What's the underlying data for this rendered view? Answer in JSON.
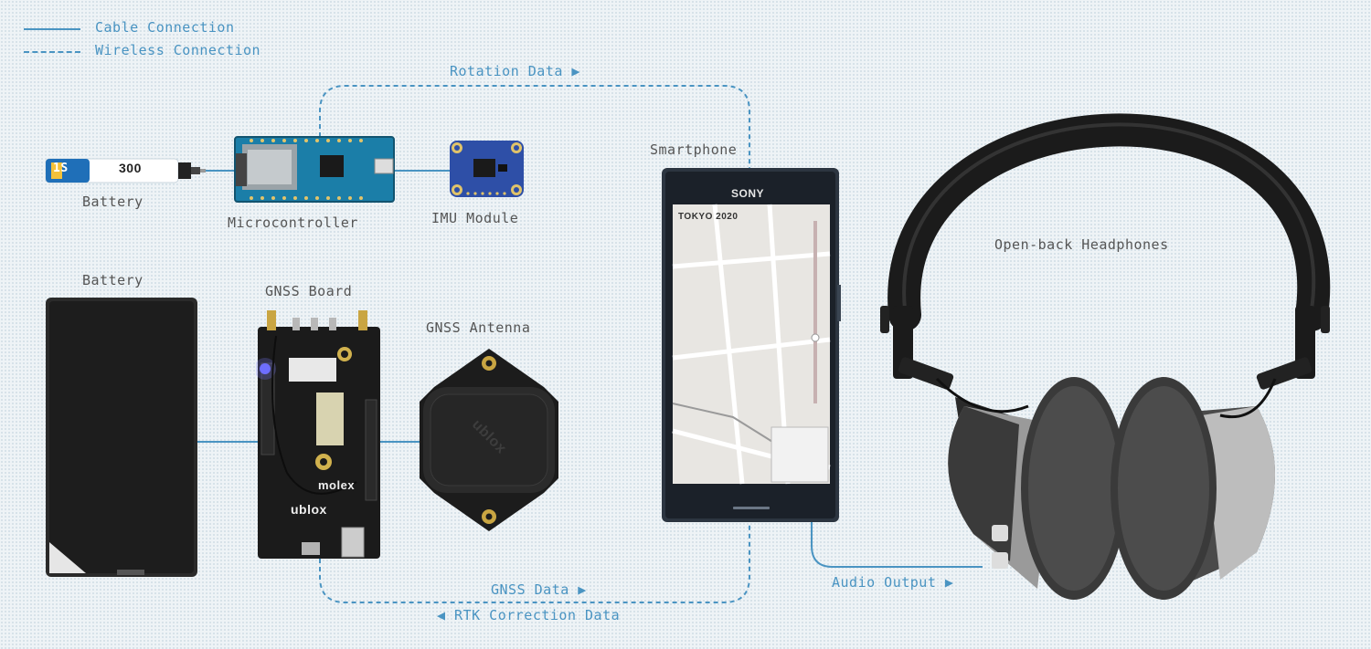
{
  "legend": {
    "cable": "Cable Connection",
    "wireless": "Wireless Connection"
  },
  "components": {
    "small_battery": "Battery",
    "microcontroller": "Microcontroller",
    "imu": "IMU Module",
    "smartphone": "Smartphone",
    "headphones": "Open-back Headphones",
    "large_battery": "Battery",
    "gnss_board": "GNSS Board",
    "gnss_antenna": "GNSS Antenna"
  },
  "flows": {
    "rotation": "Rotation Data ▶",
    "gnss": "GNSS Data ▶",
    "rtk": "◀ RTK Correction Data",
    "audio": "Audio Output ▶"
  },
  "device_text": {
    "battery_cell": "1S",
    "battery_capacity": "300",
    "phone_brand": "SONY",
    "map_title": "TOKYO 2020",
    "antenna_brand": "ublox",
    "board_brand": "molex",
    "board_brand2": "ublox"
  },
  "colors": {
    "accent": "#4a94c2",
    "background": "#eef3f6"
  }
}
